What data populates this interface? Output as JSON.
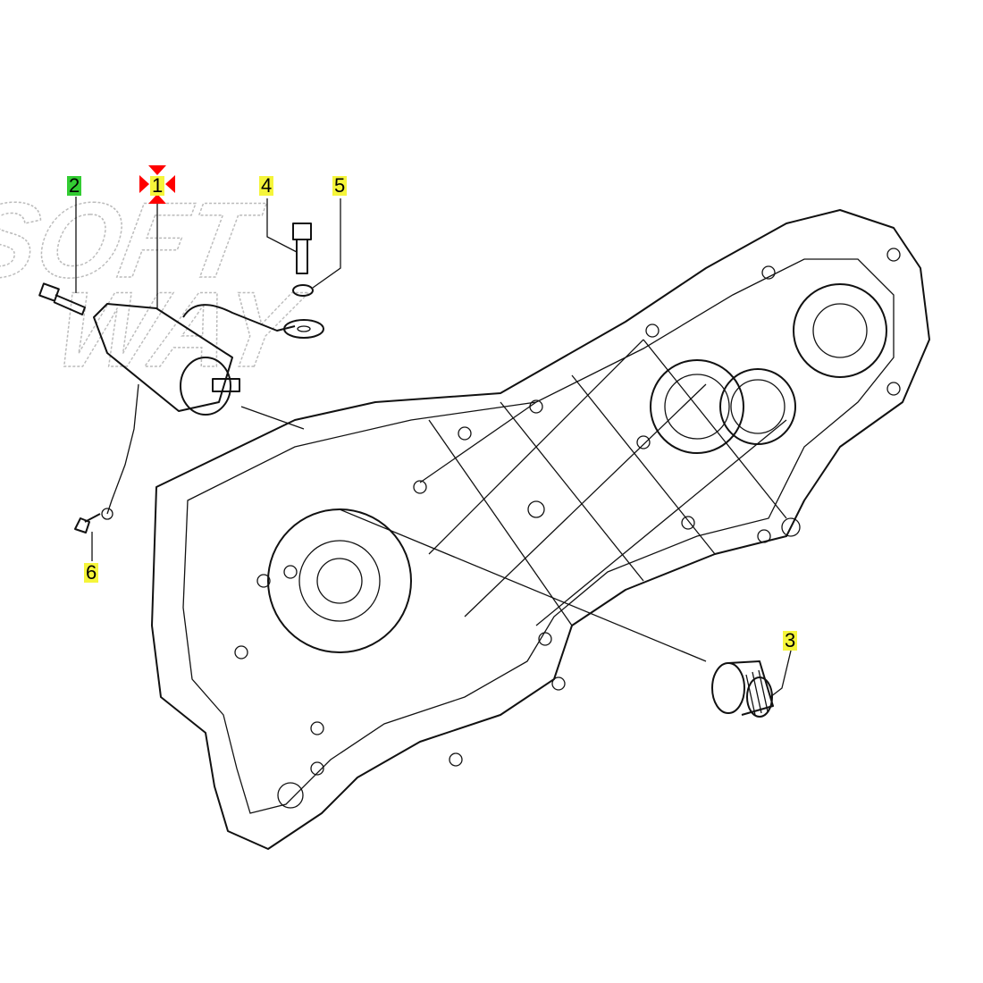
{
  "diagram": {
    "watermark": [
      "SOFT",
      "WAY"
    ],
    "parts": [
      {
        "id": "1",
        "label": "1",
        "highlight": "#f5f53a",
        "selected": true,
        "marker_color": "#ff0000"
      },
      {
        "id": "2",
        "label": "2",
        "highlight": "#33cc33"
      },
      {
        "id": "3",
        "label": "3",
        "highlight": "#f5f53a"
      },
      {
        "id": "4",
        "label": "4",
        "highlight": "#f5f53a"
      },
      {
        "id": "5",
        "label": "5",
        "highlight": "#f5f53a"
      },
      {
        "id": "6",
        "label": "6",
        "highlight": "#f5f53a"
      }
    ]
  }
}
